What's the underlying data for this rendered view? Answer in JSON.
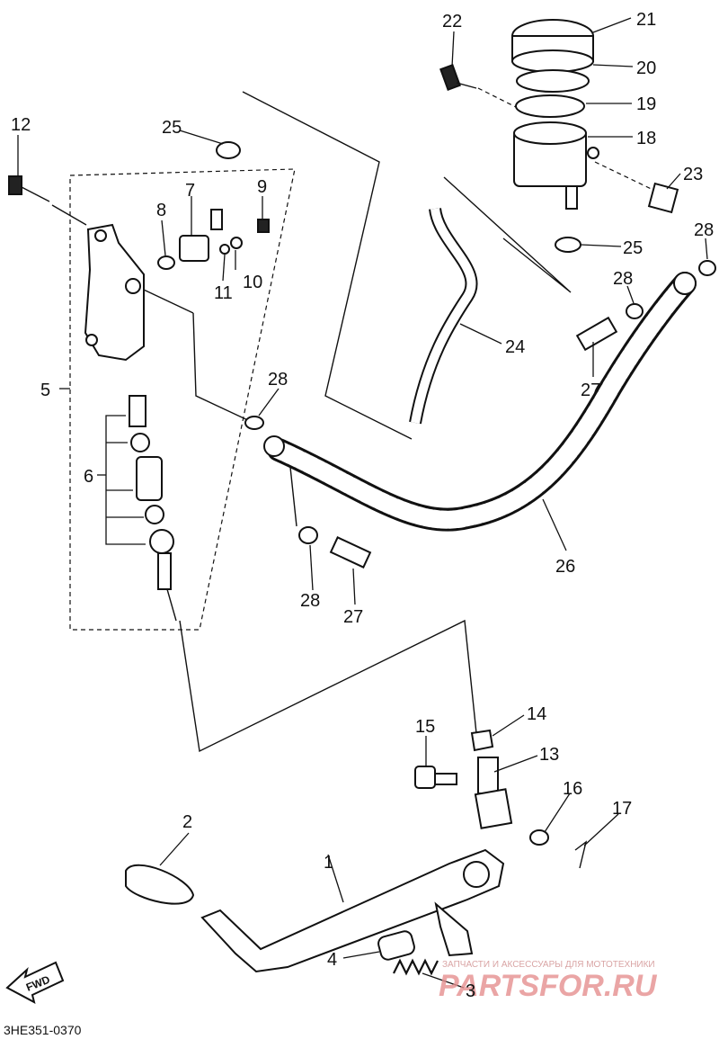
{
  "diagram_code": "3HE351-0370",
  "fwd_label": "FWD",
  "watermark": {
    "tagline": "ЗАПЧАСТИ И АКСЕССУАРЫ ДЛЯ МОТОТЕХНИКИ",
    "brand": "PARTSFOR.RU"
  },
  "callouts": {
    "p1": "1",
    "p2": "2",
    "p3": "3",
    "p4": "4",
    "p5": "5",
    "p6": "6",
    "p7": "7",
    "p8": "8",
    "p9": "9",
    "p10": "10",
    "p11": "11",
    "p12": "12",
    "p13": "13",
    "p14": "14",
    "p15": "15",
    "p16": "16",
    "p17": "17",
    "p18": "18",
    "p19": "19",
    "p20": "20",
    "p21": "21",
    "p22": "22",
    "p23": "23",
    "p24": "24",
    "p25a": "25",
    "p25b": "25",
    "p26": "26",
    "p27a": "27",
    "p27b": "27",
    "p28a": "28",
    "p28b": "28",
    "p28c": "28",
    "p28d": "28"
  }
}
